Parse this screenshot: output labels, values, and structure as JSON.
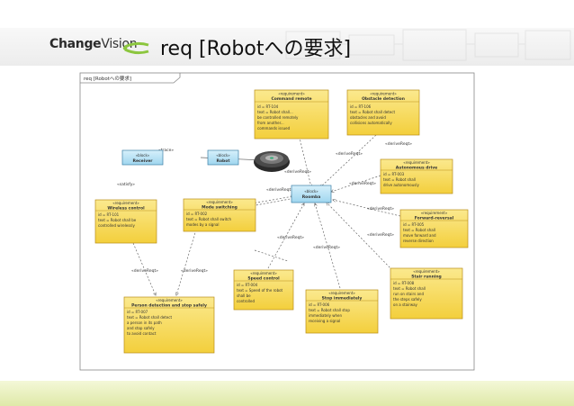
{
  "slide": {
    "logo": {
      "brand_left": "Change",
      "brand_right": "Vision"
    },
    "title": "req [Robotへの要求]"
  },
  "diagram": {
    "frame_label": "req [Robotへの要求]",
    "colors": {
      "requirement_fill": "#f7e16a",
      "requirement_title": "#fbe98e",
      "requirement_border": "#b98e17",
      "block_fill": "#aee0f4",
      "block_border": "#3c7fa6",
      "line": "#666666",
      "footer": "#dfe9a8"
    },
    "blocks": {
      "receiver": {
        "stereotype": "«block»",
        "name": "Receiver"
      },
      "robot": {
        "stereotype": "«block»",
        "name": "Robot"
      },
      "roomba": {
        "stereotype": "«block»",
        "name": "Roomba"
      }
    },
    "requirements": {
      "command_remote": {
        "stereotype": "«requirement»",
        "name": "Command remote",
        "id": "id = RT-104",
        "text": [
          "text = Robot shall...",
          "be controlled remotely",
          "from another...",
          "commands issued"
        ]
      },
      "obstacle_detection": {
        "stereotype": "«requirement»",
        "name": "Obstacle detection",
        "id": "id = RT-106",
        "text": [
          "text = Robot shall detect",
          "obstacles and avoid",
          "collisions automatically"
        ]
      },
      "autonomous_drive": {
        "stereotype": "«requirement»",
        "name": "Autonomous drive",
        "id": "id = RT-003",
        "text": [
          "text = Robot shall",
          "drive autonomously"
        ]
      },
      "forward_reversal": {
        "stereotype": "«requirement»",
        "name": "Forward-reversal",
        "id": "id = RT-005",
        "text": [
          "text = Robot shall",
          "move forward and",
          "reverse direction"
        ]
      },
      "stair_running": {
        "stereotype": "«requirement»",
        "name": "Stair running",
        "id": "id = RT-008",
        "text": [
          "text = Robot shall",
          "run on stairs and",
          "the steps safely",
          "on a stairway"
        ]
      },
      "wireless_control": {
        "stereotype": "«requirement»",
        "name": "Wireless control",
        "id": "id = RT-101",
        "text": [
          "text = Robot shall be",
          "controlled wirelessly"
        ]
      },
      "mode_switching": {
        "stereotype": "«requirement»",
        "name": "Mode switching",
        "id": "id = RT-002",
        "text": [
          "text = Robot shall switch",
          "modes by a signal"
        ]
      },
      "speed_control": {
        "stereotype": "«requirement»",
        "name": "Speed control",
        "id": "id = RT-004",
        "text": [
          "text = Speed of the robot",
          "shall be",
          "controlled"
        ]
      },
      "stop_immediately": {
        "stereotype": "«requirement»",
        "name": "Stop immediately",
        "id": "id = RT-006",
        "text": [
          "text = Robot shall stop",
          "immediately when",
          "receiving a signal"
        ]
      },
      "person_detection": {
        "stereotype": "«requirement»",
        "name": "Person detection and stop safely",
        "id": "id = RT-007",
        "text": [
          "text = Robot shall detect",
          "a person in its path",
          "and stop safely",
          "to avoid contact"
        ]
      }
    },
    "relation_labels": {
      "satisfy": "«satisfy»",
      "deriveReqt": "«deriveReqt»",
      "trace": "«trace»"
    }
  }
}
